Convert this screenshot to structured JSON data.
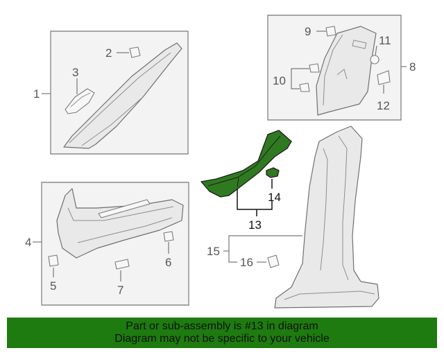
{
  "callouts": {
    "c1": "1",
    "c2": "2",
    "c3": "3",
    "c4": "4",
    "c5": "5",
    "c6": "6",
    "c7": "7",
    "c8": "8",
    "c9": "9",
    "c10": "10",
    "c11": "11",
    "c12": "12",
    "c13": "13",
    "c14": "14",
    "c15": "15",
    "c16": "16"
  },
  "banner": {
    "line1": "Part or sub-assembly is #13 in diagram",
    "line2": "Diagram may not be specific to your vehicle",
    "color": "#1e7b0f"
  },
  "highlight_color": "#2f7a20"
}
